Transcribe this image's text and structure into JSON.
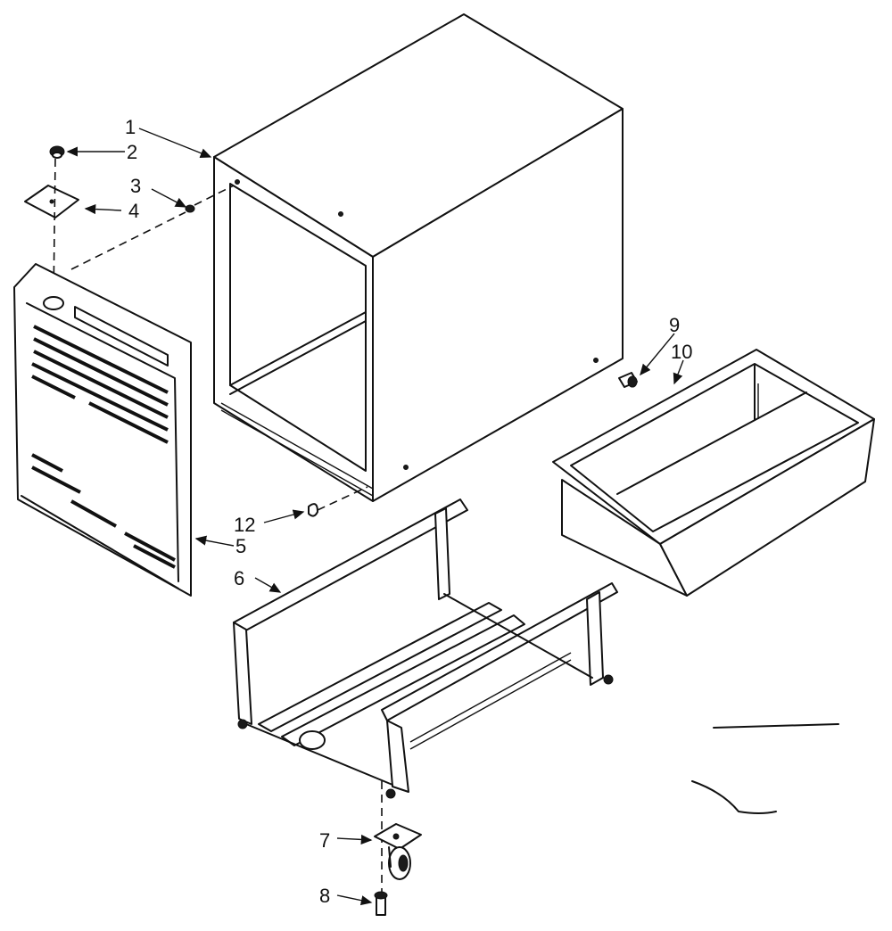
{
  "callouts": {
    "p1": "1",
    "p2": "2",
    "p3": "3",
    "p4": "4",
    "p5": "5",
    "p6": "6",
    "p7": "7",
    "p8": "8",
    "p9": "9",
    "p10": "10",
    "p12": "12"
  }
}
